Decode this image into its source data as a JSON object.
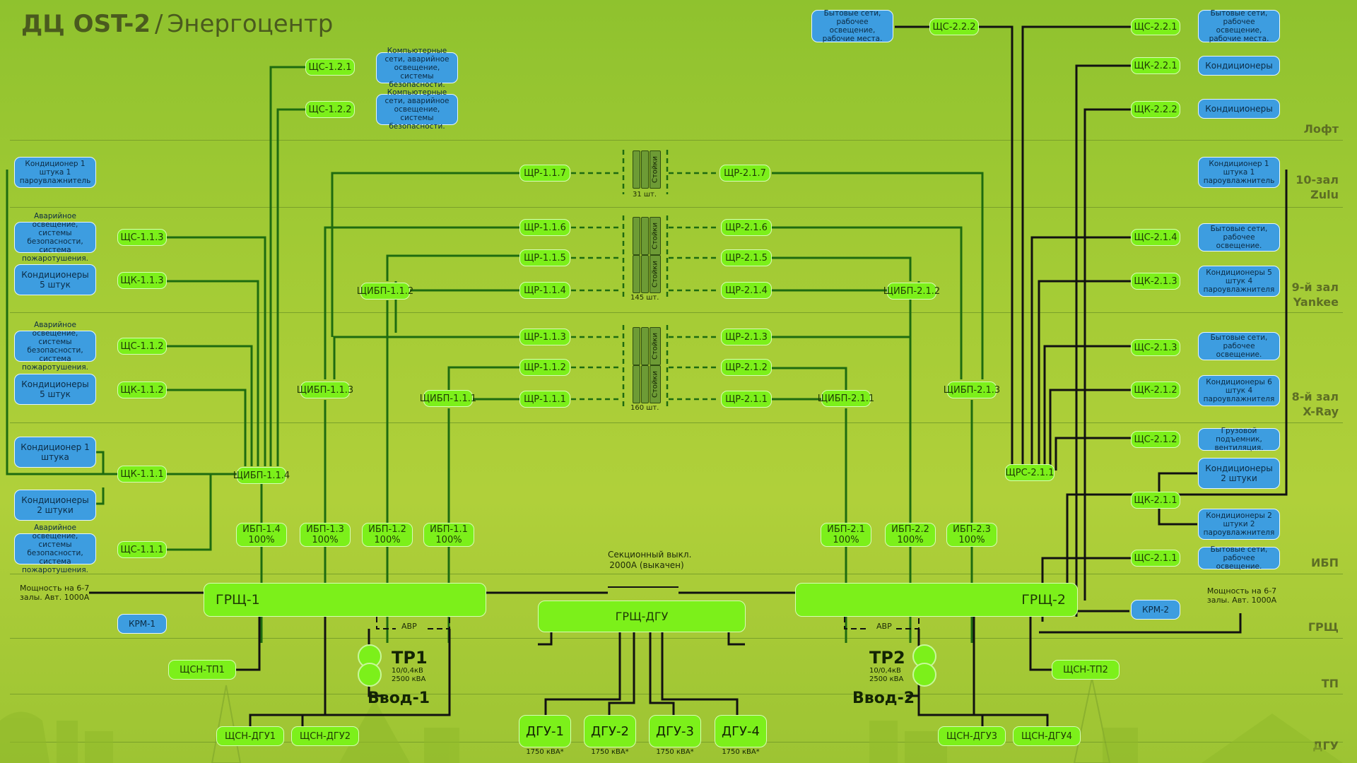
{
  "header": {
    "title": "ДЦ OST-2",
    "subtitle": "Энергоцентр"
  },
  "floors": {
    "loft": "Лофт",
    "hall10": "10-зал\nZulu",
    "hall9": "9-й зал\nYankee",
    "hall8": "8-й зал\nX-Ray",
    "ibp": "ИБП",
    "grsh": "ГРЩ",
    "tp": "ТП",
    "dgu": "ДГУ"
  },
  "boxes": {
    "shs_122_2": "ЩС-2.2.2",
    "shs_221": "ЩС-2.2.1",
    "shk_221": "ЩК-2.2.1",
    "shk_222": "ЩК-2.2.2",
    "shs_121": "ЩС-1.2.1",
    "shs_122": "ЩС-1.2.2",
    "shr_117": "ЩР-1.1.7",
    "shr_116": "ЩР-1.1.6",
    "shr_115": "ЩР-1.1.5",
    "shr_114": "ЩР-1.1.4",
    "shr_113": "ЩР-1.1.3",
    "shr_112": "ЩР-1.1.2",
    "shr_111": "ЩР-1.1.1",
    "shr_217": "ЩР-2.1.7",
    "shr_216": "ЩР-2.1.6",
    "shr_215": "ЩР-2.1.5",
    "shr_214": "ЩР-2.1.4",
    "shr_213": "ЩР-2.1.3",
    "shr_212": "ЩР-2.1.2",
    "shr_211": "ЩР-2.1.1",
    "shs_113": "ЩС-1.1.3",
    "shk_113": "ЩК-1.1.3",
    "shs_112": "ЩС-1.1.2",
    "shk_112": "ЩК-1.1.2",
    "shk_111": "ЩК-1.1.1",
    "shs_111": "ЩС-1.1.1",
    "shibp_112": "ЩИБП-1.1.2",
    "shibp_113": "ЩИБП-1.1.3",
    "shibp_111": "ЩИБП-1.1.1",
    "shibp_114": "ЩИБП-1.1.4",
    "shibp_212": "ЩИБП-2.1.2",
    "shibp_211": "ЩИБП-2.1.1",
    "shibp_213": "ЩИБП-2.1.3",
    "shrs_211": "ЩРС-2.1.1",
    "shs_214": "ЩС-2.1.4",
    "shk_213": "ЩК-2.1.3",
    "shs_213": "ЩС-2.1.3",
    "shk_212": "ЩК-2.1.2",
    "shs_212": "ЩС-2.1.2",
    "shk_211": "ЩК-2.1.1",
    "shs_211": "ЩС-2.1.1",
    "grsh1": "ГРЩ-1",
    "grsh2": "ГРЩ-2",
    "grsh_dgu": "ГРЩ-ДГУ",
    "krm1": "КРМ-1",
    "krm2": "КРМ-2",
    "shsn_tp1": "ЩСН-ТП1",
    "shsn_tp2": "ЩСН-ТП2",
    "shsn_dgu1": "ЩСН-ДГУ1",
    "shsn_dgu2": "ЩСН-ДГУ2",
    "shsn_dgu3": "ЩСН-ДГУ3",
    "shsn_dgu4": "ЩСН-ДГУ4"
  },
  "ups": [
    {
      "id": "ibp14",
      "name": "ИБП-1.4",
      "load": "100%"
    },
    {
      "id": "ibp13",
      "name": "ИБП-1.3",
      "load": "100%"
    },
    {
      "id": "ibp12",
      "name": "ИБП-1.2",
      "load": "100%"
    },
    {
      "id": "ibp11",
      "name": "ИБП-1.1",
      "load": "100%"
    },
    {
      "id": "ibp21",
      "name": "ИБП-2.1",
      "load": "100%"
    },
    {
      "id": "ibp22",
      "name": "ИБП-2.2",
      "load": "100%"
    },
    {
      "id": "ibp23",
      "name": "ИБП-2.3",
      "load": "100%"
    }
  ],
  "loads": {
    "l222": "Бытовые сети, рабочее освещение, рабочие места.",
    "l221": "Бытовые сети, рабочее освещение, рабочие места.",
    "k221": "Кондиционеры",
    "k222": "Кондиционеры",
    "l121": "Компьютерные сети, аварийное освещение, системы безопасности.",
    "l122": "Компьютерные сети, аварийное освещение, системы безопасности.",
    "cond_left10": "Кондиционер 1 штука 1 пароувлажнитель",
    "cond_right10": "Кондиционер 1 штука 1 пароувлажнитель",
    "l113": "Аварийное освещение, системы безопасности, система пожаротушения.",
    "k113": "Кондиционеры 5 штук",
    "l112": "Аварийное освещение, системы безопасности, система пожаротушения.",
    "k112": "Кондиционеры 5 штук",
    "k111a": "Кондиционер 1 штука",
    "k111b": "Кондиционеры 2 штуки",
    "l111": "Аварийное освещение, системы безопасности, система пожаротушения.",
    "l214": "Бытовые сети, рабочее освещение.",
    "k213": "Кондиционеры 5 штук 4 пароувлажнителя",
    "l213": "Бытовые сети, рабочее освещение.",
    "k212": "Кондиционеры 6 штук 4 пароувлажнителя",
    "l212": "Грузовой подъемник, вентиляция.",
    "k211a": "Кондиционеры 2 штуки",
    "k211b": "Кондиционеры 2 штуки 2 пароувлажнителя",
    "l211": "Бытовые сети, рабочее освещение."
  },
  "racks": {
    "label": "Стойки",
    "hall10_count": "31 шт.",
    "hall9_count": "145 шт.",
    "hall8_count": "160 шт."
  },
  "section_switch": {
    "line1": "Секционный выкл.",
    "line2": "2000А (выкачен)"
  },
  "power_notes": {
    "left": "Мощность на 6-7 залы. Авт. 1000А",
    "right": "Мощность на 6-7 залы. Авт. 1000А"
  },
  "avr": "АВР",
  "transformers": [
    {
      "name": "ТР1",
      "spec1": "10/0,4кВ",
      "spec2": "2500 кВА",
      "input": "Ввод-1"
    },
    {
      "name": "ТР2",
      "spec1": "10/0,4кВ",
      "spec2": "2500 кВА",
      "input": "Ввод-2"
    }
  ],
  "generators": [
    {
      "name": "ДГУ-1",
      "power": "1750 кВА*"
    },
    {
      "name": "ДГУ-2",
      "power": "1750 кВА*"
    },
    {
      "name": "ДГУ-3",
      "power": "1750 кВА*"
    },
    {
      "name": "ДГУ-4",
      "power": "1750 кВА*"
    }
  ],
  "colors": {
    "background": "#a3cb35",
    "panel": "#7cf01a",
    "load": "#3d9de0",
    "wire": "#1e6b10",
    "wire_dark": "#111111"
  }
}
